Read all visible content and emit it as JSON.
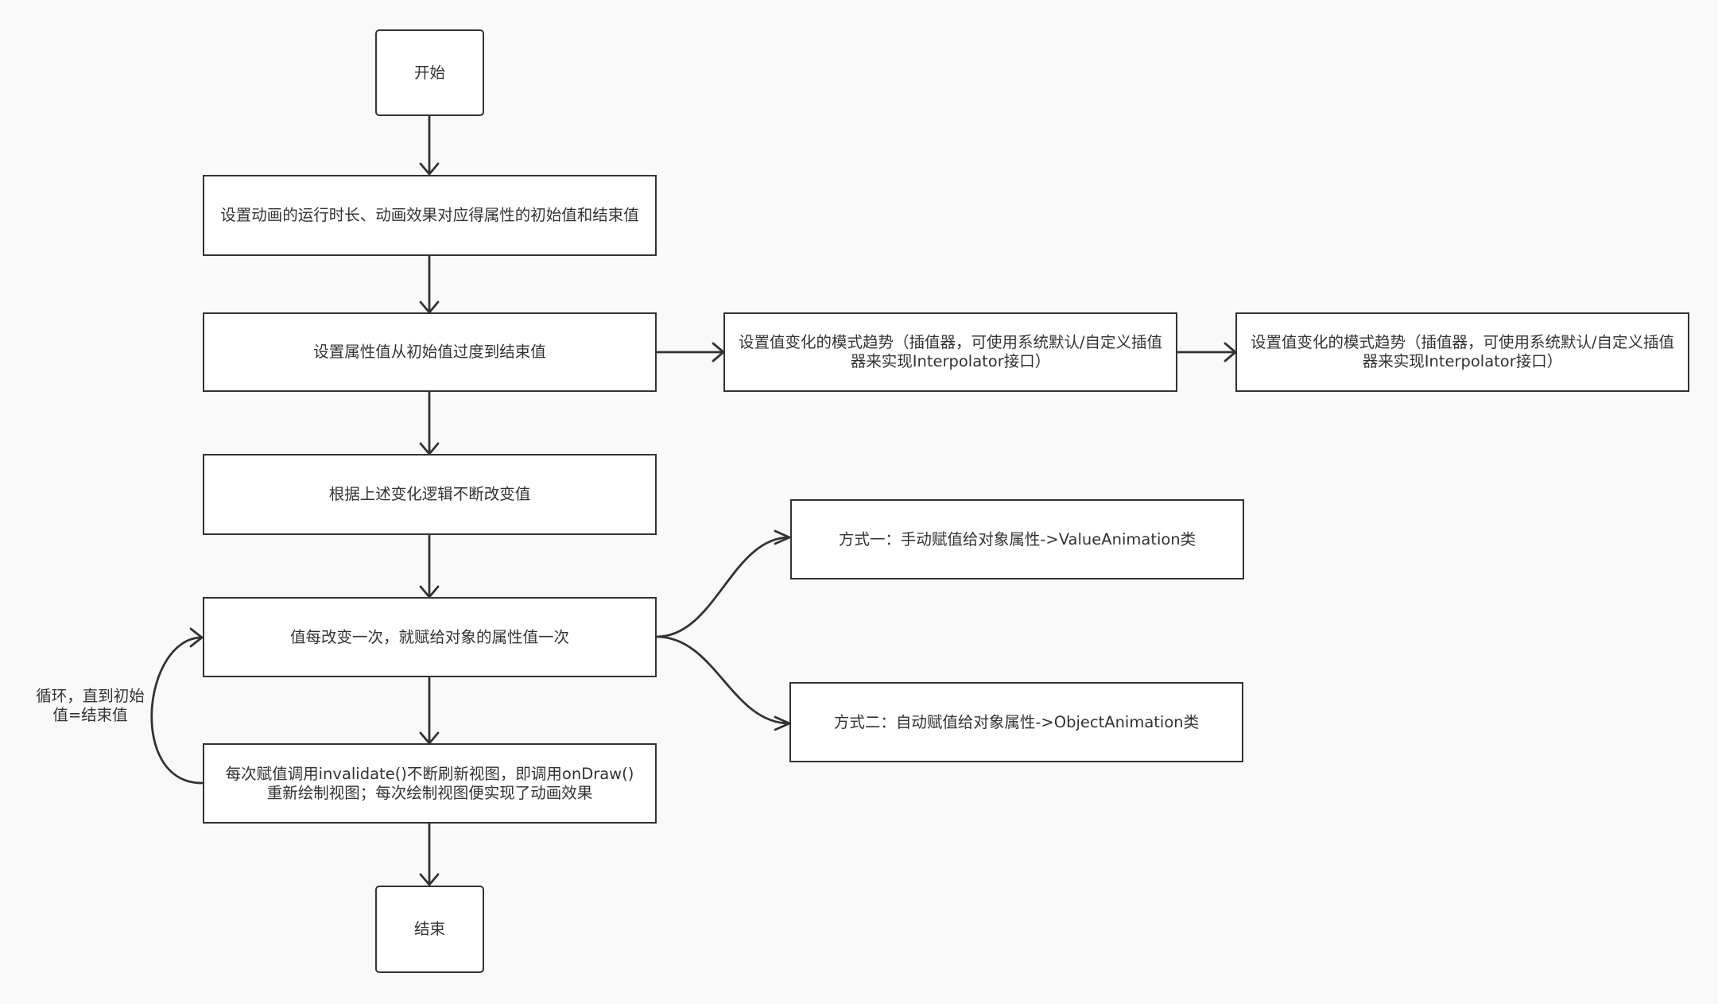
{
  "nodes": {
    "start": "开始",
    "set_duration": "设置动画的运行时长、动画效果对应得属性的初始值和结束值",
    "transition": "设置属性值从初始值过度到结束值",
    "interpolator_a": "设置值变化的模式趋势（插值器，可使用系统默认/自定义插值器来实现Interpolator接口）",
    "interpolator_b": "设置值变化的模式趋势（插值器，可使用系统默认/自定义插值器来实现Interpolator接口）",
    "change_value": "根据上述变化逻辑不断改变值",
    "assign_value": "值每改变一次，就赋给对象的属性值一次",
    "method_one": "方式一：手动赋值给对象属性->ValueAnimation类",
    "method_two": "方式二：自动赋值给对象属性->ObjectAnimation类",
    "invalidate": "每次赋值调用invalidate()不断刷新视图，即调用onDraw()重新绘制视图；每次绘制视图便实现了动画效果",
    "end": "结束"
  },
  "loop_label": "循环，直到初始值=结束值",
  "colors": {
    "stroke": "#333333",
    "node_fill": "#ffffff",
    "background": "#f9f9f9"
  }
}
